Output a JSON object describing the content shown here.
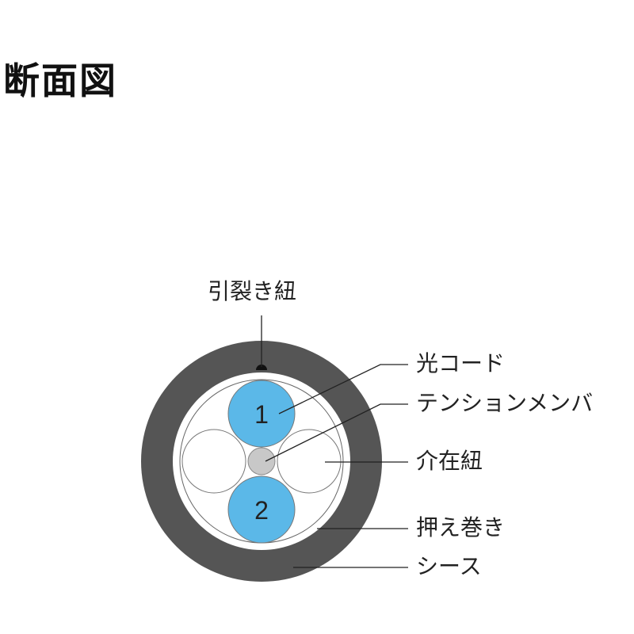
{
  "title": "断面図",
  "labels": {
    "rip_cord": "引裂き紐",
    "optical_cord": "光コード",
    "tension_member": "テンションメンバ",
    "filler": "介在紐",
    "binder": "押え巻き",
    "sheath": "シース"
  },
  "cores": [
    "1",
    "2"
  ],
  "colors": {
    "sheath": "#555555",
    "core": "#5bb8e8",
    "tension_member": "#c8c8c8"
  }
}
